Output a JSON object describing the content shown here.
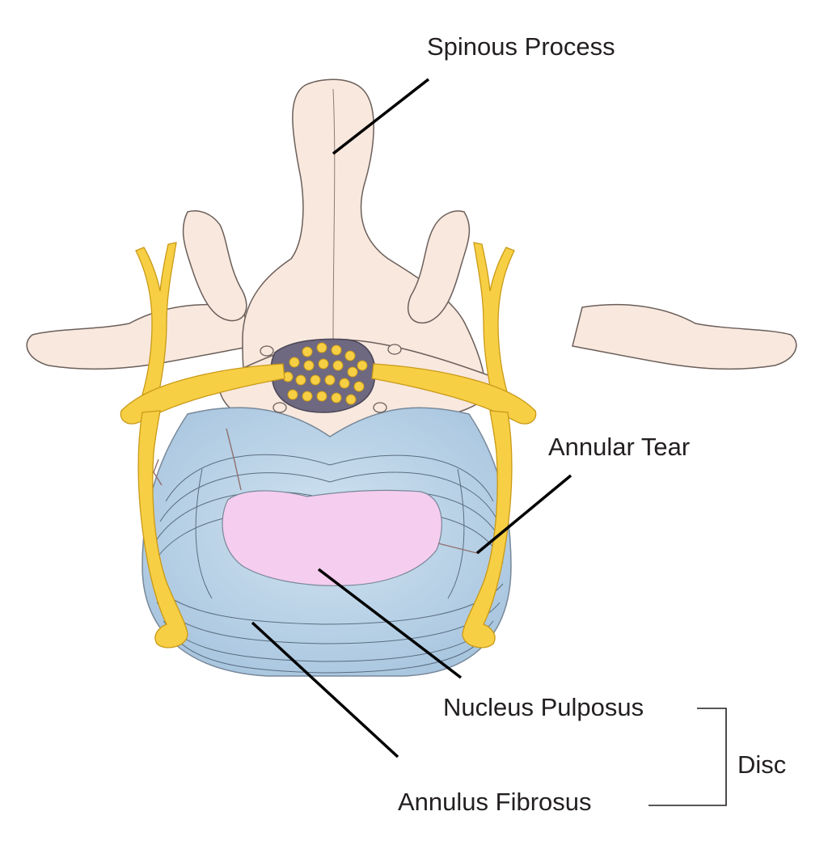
{
  "labels": {
    "spinous_process": "Spinous Process",
    "annular_tear": "Annular Tear",
    "nucleus_pulposus": "Nucleus Pulposus",
    "annulus_fibrosus": "Annulus Fibrosus",
    "disc": "Disc"
  },
  "colors": {
    "bone": "#f8e8de",
    "bone_outline": "#6b5f5a",
    "nerve": "#f7cf45",
    "nerve_outline": "#c99a17",
    "canal": "#6e6880",
    "annulus": "#bdd5e8",
    "annulus_rings": "#445566",
    "nucleus": "#f5cdee",
    "leader_line": "#000000",
    "text": "#231f20"
  }
}
